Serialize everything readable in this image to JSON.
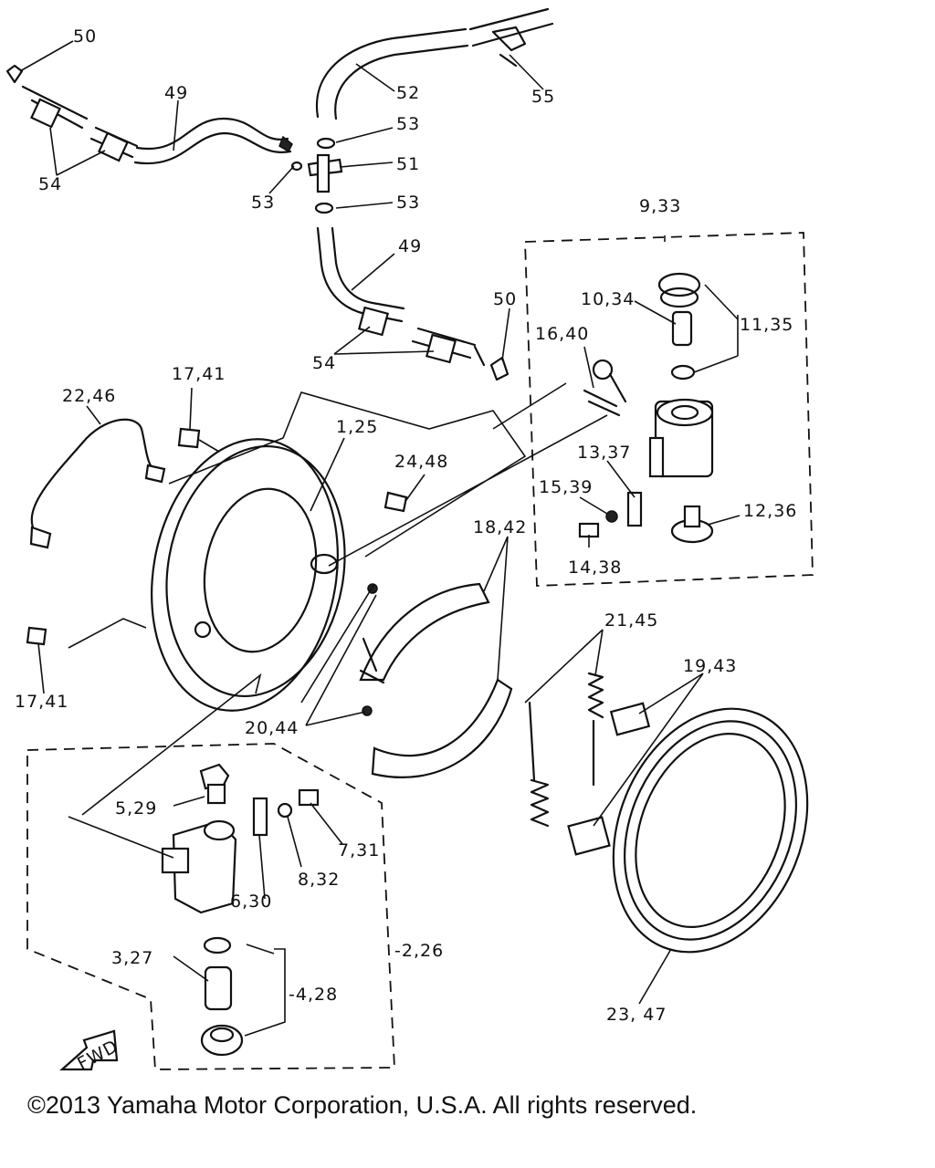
{
  "labels": {
    "l50a": "50",
    "l49a": "49",
    "l54a": "54",
    "l53a": "53",
    "l52": "52",
    "l55": "55",
    "l53b": "53",
    "l51": "51",
    "l53c": "53",
    "l49b": "49",
    "l54b": "54",
    "l50b": "50",
    "l9_33": "9,33",
    "l10_34": "10,34",
    "l11_35": "11,35",
    "l16_40": "16,40",
    "l13_37": "13,37",
    "l15_39": "15,39",
    "l12_36": "12,36",
    "l14_38": "14,38",
    "l17_41a": "17,41",
    "l22_46": "22,46",
    "l1_25": "1,25",
    "l24_48": "24,48",
    "l18_42": "18,42",
    "l17_41b": "17,41",
    "l21_45": "21,45",
    "l19_43": "19,43",
    "l20_44": "20,44",
    "l5_29": "5,29",
    "l7_31": "7,31",
    "l8_32": "8,32",
    "l6_30": "6,30",
    "l2_26": "-2,26",
    "l3_27": "3,27",
    "l4_28": "-4,28",
    "l23_47": "23, 47",
    "fwd": "FWD"
  },
  "copyright": "©2013 Yamaha Motor Corporation, U.S.A. All rights reserved."
}
